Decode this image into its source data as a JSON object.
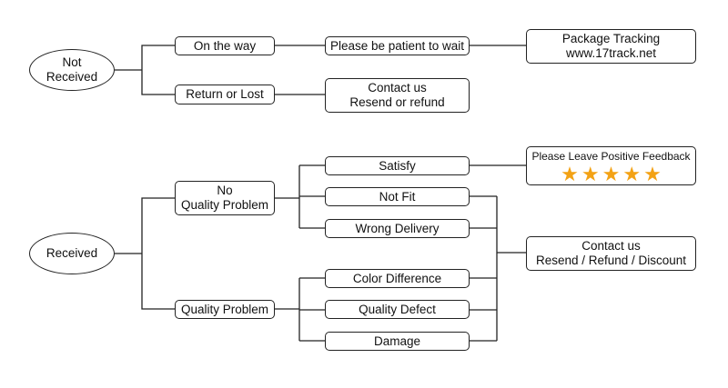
{
  "not_received": {
    "root": {
      "line1": "Not",
      "line2": "Received"
    },
    "on_the_way": "On the way",
    "be_patient": "Please be patient to wait",
    "tracking": {
      "line1": "Package Tracking",
      "line2": "www.17track.net"
    },
    "return_or_lost": "Return or Lost",
    "contact": {
      "line1": "Contact us",
      "line2": "Resend or refund"
    }
  },
  "received": {
    "root": "Received",
    "no_quality_problem": {
      "line1": "No",
      "line2": "Quality Problem"
    },
    "quality_problem": "Quality Problem",
    "satisfy": "Satisfy",
    "not_fit": "Not Fit",
    "wrong_delivery": "Wrong Delivery",
    "color_difference": "Color Difference",
    "quality_defect": "Quality Defect",
    "damage": "Damage",
    "feedback": {
      "title": "Please Leave Positive Feedback",
      "star_count": 5,
      "star_color": "#f3a215"
    },
    "contact": {
      "line1": "Contact us",
      "line2": "Resend / Refund / Discount"
    }
  }
}
